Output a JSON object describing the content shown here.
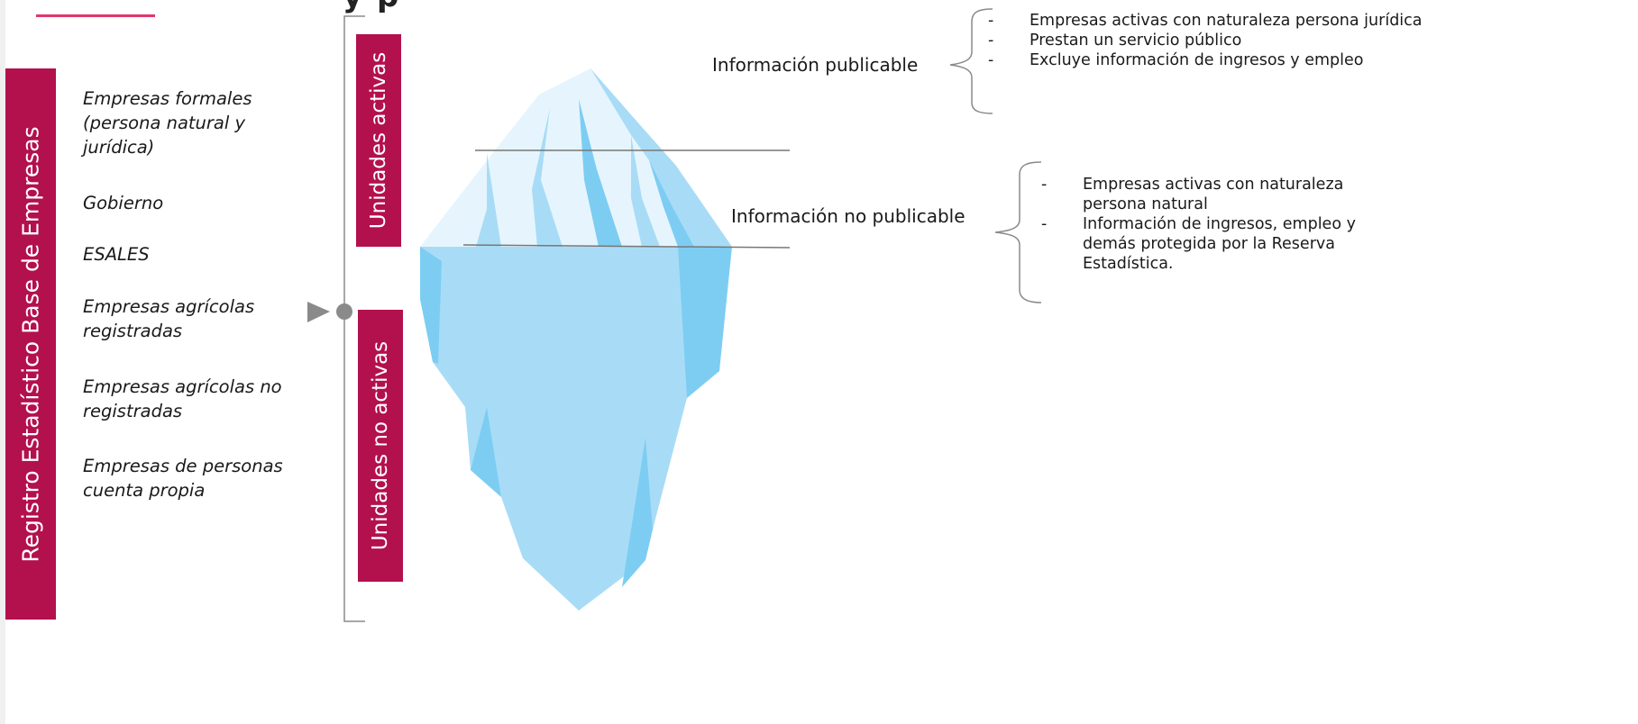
{
  "header": {
    "title_fragment": "y                    p"
  },
  "side_label": "Registro Estadístico Base de Empresas",
  "categories": [
    "Empresas formales (persona natural y jurídica)",
    "Gobierno",
    "ESALES",
    "Empresas agrícolas registradas",
    "Empresas agrícolas no registradas",
    "Empresas de personas cuenta propia"
  ],
  "units": {
    "active_label": "Unidades activas",
    "inactive_label": "Unidades no activas"
  },
  "publishable": {
    "label": "Información publicable",
    "bullets": [
      "Empresas activas con naturaleza persona jurídica",
      "Prestan un servicio público",
      "Excluye información de ingresos y empleo"
    ]
  },
  "non_publishable": {
    "label": "Información no publicable",
    "bullets": [
      "Empresas activas con naturaleza persona natural",
      "Información de ingresos, empleo y demás protegida por la Reserva Estadística."
    ]
  },
  "bullet_marker": "-",
  "colors": {
    "accent_magenta": "#b3104e",
    "accent_pink_line": "#e3366b",
    "ice_light": "#a8dcf6",
    "ice_mid": "#7dcdf3",
    "ice_white": "#e6f5fd",
    "connector_gray": "#8a8a8a"
  }
}
